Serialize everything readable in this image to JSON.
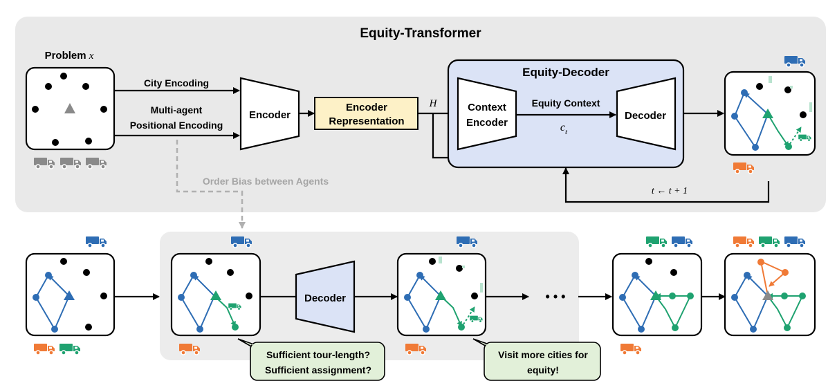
{
  "top_panel": {
    "title": "Equity-Transformer",
    "problem_label": "Problem",
    "problem_var": "x",
    "city_encoding": "City Encoding",
    "multi_agent_line1": "Multi-agent",
    "multi_agent_line2": "Positional Encoding",
    "encoder": "Encoder",
    "encoder_rep_line1": "Encoder",
    "encoder_rep_line2": "Representation",
    "h_symbol": "H",
    "equity_decoder_title": "Equity-Decoder",
    "context_encoder_line1": "Context",
    "context_encoder_line2": "Encoder",
    "equity_context": "Equity Context",
    "ct_main": "c",
    "ct_sub": "t",
    "decoder": "Decoder",
    "update_rule": "t ← t + 1",
    "order_bias": "Order Bias between Agents"
  },
  "bottom_panel": {
    "decoder": "Decoder",
    "ellipsis": "• • •",
    "callout1_line1": "Sufficient tour-length?",
    "callout1_line2": "Sufficient assignment?",
    "callout2_line1": "Visit more cities for",
    "callout2_line2": "equity!"
  },
  "colors": {
    "blue_agent": "#2e6db4",
    "green_agent": "#1fa270",
    "orange_agent": "#f07a36",
    "gray_agent": "#8a8a8a",
    "panel_gray": "#e9e9e9",
    "decoder_panel": "#dbe3f6",
    "encoder_rep_fill": "#fdf1c7",
    "callout_fill": "#e2f0d9"
  },
  "icons": [
    "truck-icon",
    "depot-triangle-icon",
    "city-node-icon"
  ]
}
